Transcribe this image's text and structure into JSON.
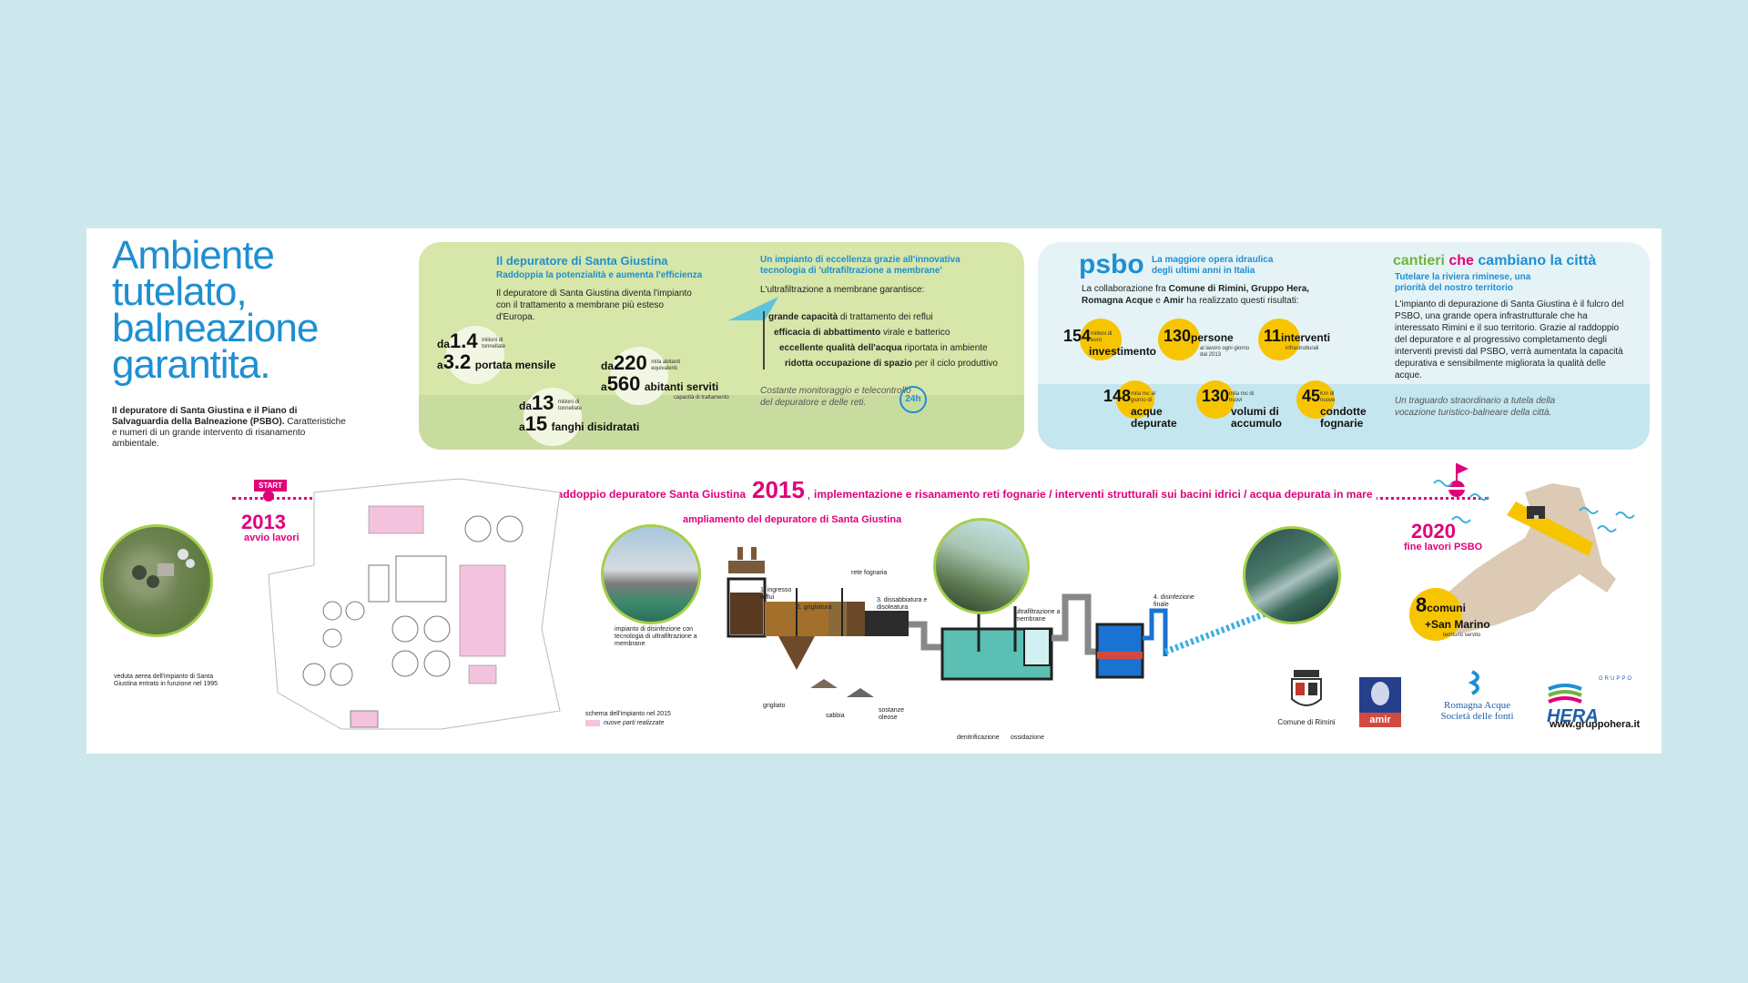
{
  "header": {
    "title_line1": "Ambiente",
    "title_line2": "tutelato,",
    "title_line3": "balneazione",
    "title_line4": "garantita.",
    "intro_bold": "Il depuratore di Santa Giustina e il Piano di Salvaguardia della Balneazione (PSBO).",
    "intro_text": "Caratteristiche e numeri di un grande intervento di risanamento ambientale."
  },
  "depuratore": {
    "title": "Il depuratore di Santa Giustina",
    "subtitle": "Raddoppia la potenzialità e aumenta l'efficienza",
    "body": "Il depuratore di Santa Giustina diventa l'impianto con il trattamento a membrane più esteso d'Europa.",
    "stat1_da": "da",
    "stat1_from": "1.4",
    "stat1_unit1": "milioni di tonnellate",
    "stat1_a": "a",
    "stat1_to": "3.2",
    "stat1_label": "portata mensile",
    "stat2_da": "da",
    "stat2_from": "220",
    "stat2_unit": "mila abitanti equivalenti",
    "stat2_a": "a",
    "stat2_to": "560",
    "stat2_label": "abitanti serviti",
    "stat2_sub": "capacità di trattamento",
    "stat3_da": "da",
    "stat3_from": "13",
    "stat3_unit": "milioni di tonnellate",
    "stat3_a": "a",
    "stat3_to": "15",
    "stat3_label": "fanghi disidratati",
    "excellence_title": "Un impianto di eccellenza grazie all'innovativa tecnologia di 'ultrafiltrazione a membrane'",
    "excellence_intro": "L'ultrafiltrazione a membrane garantisce:",
    "bullets": [
      {
        "b": "grande capacità",
        "t": " di trattamento dei reflui"
      },
      {
        "b": "efficacia di abbattimento",
        "t": " virale e batterico"
      },
      {
        "b": "eccellente qualità dell'acqua",
        "t": " riportata in ambiente"
      },
      {
        "b": "ridotta occupazione di spazio",
        "t": " per il ciclo produttivo"
      }
    ],
    "monitor": "Costante monitoraggio e telecontrollo del depuratore e delle reti.",
    "badge_24h": "24h"
  },
  "psbo": {
    "logo": "psbo",
    "title": "La maggiore opera idraulica degli ultimi anni in Italia",
    "body_pre": "La collaborazione fra ",
    "body_bold1": "Comune di Rimini, Gruppo Hera, Romagna Acque",
    "body_mid": " e ",
    "body_bold2": "Amir",
    "body_post": " ha realizzato questi risultati:",
    "stats": [
      {
        "num": "154",
        "unit": "milioni di euro",
        "label": "investimento"
      },
      {
        "num": "130",
        "unit": "al lavoro ogni giorno dal 2013",
        "label": "persone"
      },
      {
        "num": "11",
        "unit": "infrastrutturali",
        "label": "interventi"
      },
      {
        "num": "148",
        "unit": "mila mc al giorno di",
        "label": "acque depurate"
      },
      {
        "num": "130",
        "unit": "mila mc di nuovi",
        "label": "volumi di accumulo"
      },
      {
        "num": "45",
        "unit": "Km di nuove",
        "label": "condotte fognarie"
      }
    ]
  },
  "cantieri": {
    "logo_a": "cantieri",
    "logo_b": "che",
    "logo_c": "cambiano",
    "logo_d": "la città",
    "subtitle": "Tutelare la riviera riminese, una priorità del nostro territorio",
    "body": "L'impianto di depurazione di Santa Giustina è il fulcro del PSBO, una grande opera infrastrutturale che ha interessato Rimini e il suo territorio. Grazie al raddoppio del depuratore e al progressivo completamento degli interventi previsti dal PSBO, verrà aumentata la capacità depurativa e sensibilmente migliorata la qualità delle acque.",
    "closing": "Un traguardo straordinario a tutela della vocazione turistico-balneare della città."
  },
  "timeline": {
    "start": "START",
    "y2013": "2013",
    "y2013_label": "avvio lavori",
    "raddoppio": "raddoppio depuratore Santa Giustina",
    "y2015": "2015",
    "y2015_label": "implementazione e risanamento reti fognarie / interventi strutturali sui bacini idrici / acqua depurata in mare",
    "ampliamento": "ampliamento del depuratore di Santa Giustina",
    "y2020": "2020",
    "y2020_label": "fine lavori PSBO"
  },
  "plant": {
    "aerial_caption": "veduta aerea dell'impianto di Santa Giustina entrato in funzione nel 1995",
    "disinfection_caption": "impianto di disinfezione con tecnologia di ultrafiltrazione a membrane",
    "schema_caption": "schema dell'impianto nel 2015",
    "schema_legend": "nuove parti realizzate"
  },
  "process": {
    "rete": "rete fognaria",
    "step1": "1. ingresso reflui",
    "step2": "2. grigliatura",
    "step3": "3. dissabbiatura e disoleatura",
    "ultra": "ultrafiltrazione a membrane",
    "step4": "4. disinfezione finale",
    "grigliato": "grigliato",
    "sabbia": "sabbia",
    "sostanze": "sostanze oleose",
    "denitri": "denitrificazione",
    "ossida": "ossidazione"
  },
  "map": {
    "num": "8",
    "label1": "comuni",
    "label2": "+San Marino",
    "sub": "territorio servito"
  },
  "logos": {
    "rimini": "Comune di Rimini",
    "amir": "amir",
    "romagna1": "Romagna Acque",
    "romagna2": "Società delle fonti",
    "hera_top": "GRUPPO",
    "hera": "HERA",
    "url": "www.gruppohera.it"
  },
  "colors": {
    "accent_blue": "#1e8fd2",
    "magenta": "#e0007a",
    "yellow": "#f7c500",
    "green_panel": "#d7e6a9",
    "blue_panel": "#e5f3f6"
  }
}
